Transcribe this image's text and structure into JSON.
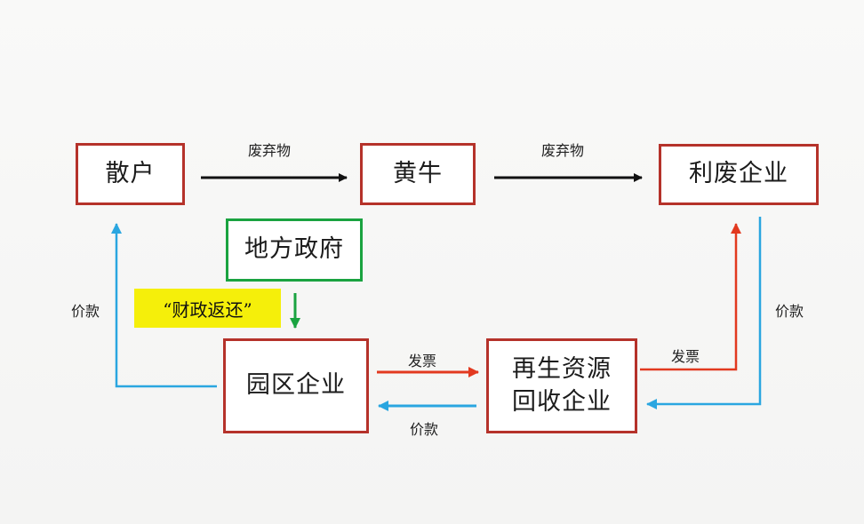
{
  "nodes": {
    "sanhu": "散户",
    "huangniu": "黄牛",
    "lifei": "利废企业",
    "difang": "地方政府",
    "yuanqu": "园区企业",
    "zaisheng": "再生资源\n回收企业"
  },
  "labels": {
    "waste_1": "废弃物",
    "waste_2": "废弃物",
    "payment_left": "价款",
    "payment_right": "价款",
    "payment_bottom": "价款",
    "invoice_bottom": "发票",
    "invoice_right": "发票",
    "fiscal_rebate": "“财政返还”"
  },
  "colors": {
    "box_border": "#b5322a",
    "gov_border": "#1aa340",
    "arrow_black": "#111111",
    "arrow_red": "#e2391f",
    "arrow_blue": "#2aa6e0",
    "arrow_green": "#1aa340",
    "highlight": "#f5ef0a"
  }
}
